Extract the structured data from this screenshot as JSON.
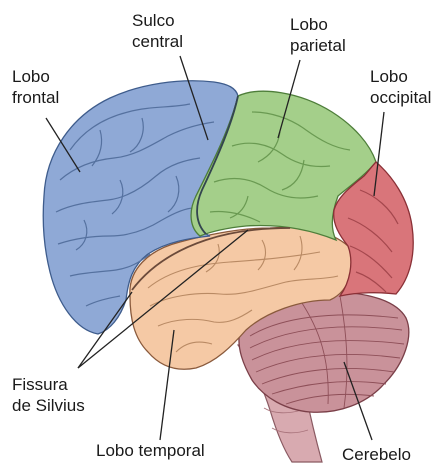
{
  "labels": {
    "frontal": [
      "Lobo",
      "frontal"
    ],
    "sulco": [
      "Sulco",
      "central"
    ],
    "parietal": [
      "Lobo",
      "parietal"
    ],
    "occipital": [
      "Lobo",
      "occipital"
    ],
    "fissura": [
      "Fissura",
      "de Silvius"
    ],
    "temporal": "Lobo temporal",
    "cerebelo": "Cerebelo"
  },
  "colors": {
    "frontal": "#8fa9d6",
    "parietal": "#a4cf8a",
    "occipital": "#d9757a",
    "temporal": "#f5c9a5",
    "cerebellum": "#c9929a",
    "brainstem": "#d8aab0",
    "line": "#222222"
  }
}
